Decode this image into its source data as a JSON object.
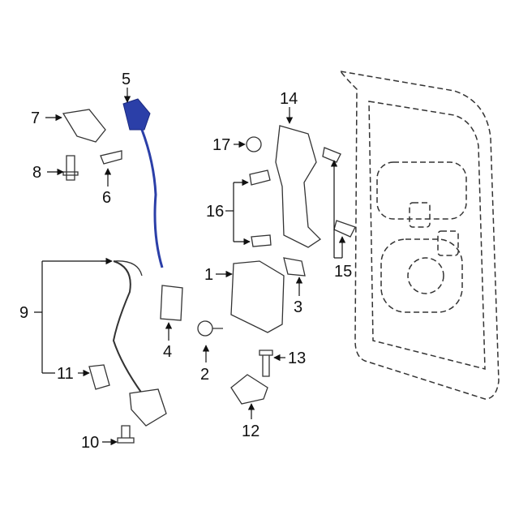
{
  "diagram": {
    "callouts": [
      {
        "id": "5",
        "text": "5"
      },
      {
        "id": "7",
        "text": "7"
      },
      {
        "id": "8",
        "text": "8"
      },
      {
        "id": "6",
        "text": "6"
      },
      {
        "id": "17",
        "text": "17"
      },
      {
        "id": "14",
        "text": "14"
      },
      {
        "id": "16",
        "text": "16"
      },
      {
        "id": "15",
        "text": "15"
      },
      {
        "id": "1",
        "text": "1"
      },
      {
        "id": "3",
        "text": "3"
      },
      {
        "id": "9",
        "text": "9"
      },
      {
        "id": "4",
        "text": "4"
      },
      {
        "id": "2",
        "text": "2"
      },
      {
        "id": "13",
        "text": "13"
      },
      {
        "id": "11",
        "text": "11"
      },
      {
        "id": "12",
        "text": "12"
      },
      {
        "id": "10",
        "text": "10"
      }
    ],
    "highlight_color": "#2b3fa8"
  }
}
